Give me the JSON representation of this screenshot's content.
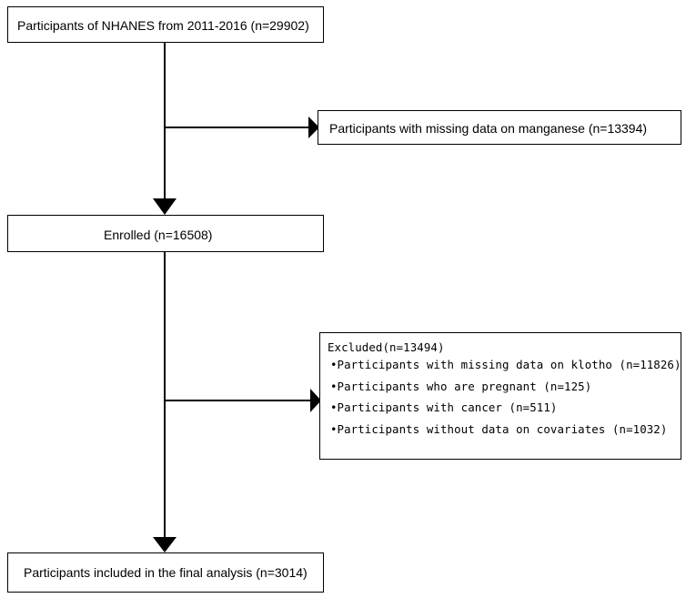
{
  "boxes": {
    "top": "Participants of NHANES from 2011-2016 (n=29902)",
    "missing_manganese": "Participants with missing data on manganese (n=13394)",
    "enrolled": "Enrolled (n=16508)",
    "excluded": {
      "title": "Excluded(n=13494)",
      "items": [
        "•Participants with missing data on klotho (n=11826)",
        "•Participants who are pregnant (n=125)",
        "•Participants with cancer (n=511)",
        "•Participants without data on covariates (n=1032)"
      ]
    },
    "final": "Participants included in the final analysis (n=3014)"
  },
  "colors": {
    "line": "#000000",
    "box_border": "#000000",
    "background": "#ffffff"
  }
}
